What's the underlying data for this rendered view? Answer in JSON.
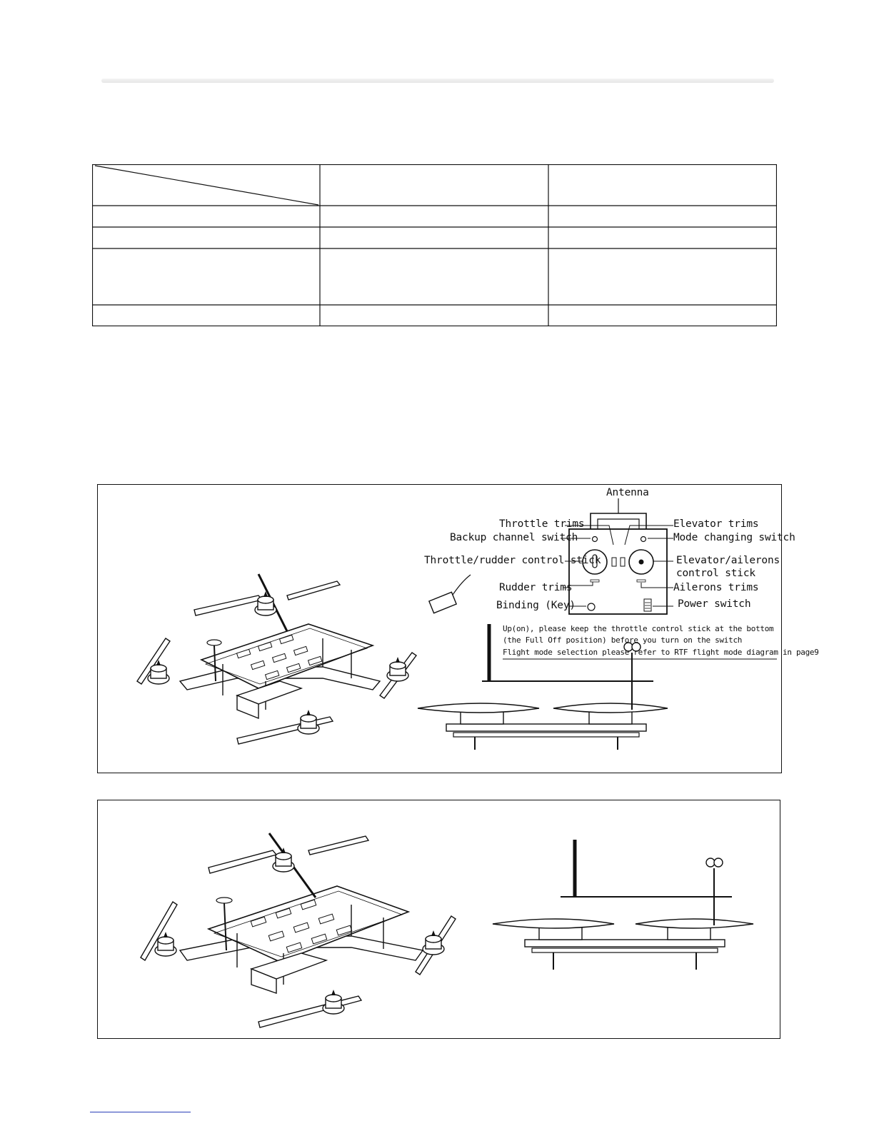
{
  "spec_table": {
    "rows": 5,
    "columns": 3,
    "cells": [
      [
        "",
        "",
        ""
      ],
      [
        "",
        "",
        ""
      ],
      [
        "",
        "",
        ""
      ],
      [
        "",
        "",
        ""
      ],
      [
        "",
        "",
        ""
      ]
    ]
  },
  "transmitter": {
    "labels": {
      "antenna": "Antenna",
      "throttle_trims": "Throttle trims",
      "elevator_trims": "Elevator trims",
      "backup_channel_switch": "Backup channel switch",
      "mode_changing_switch": "Mode changing switch",
      "throttle_rudder_stick": "Throttle/rudder control stick",
      "elevator_ailerons_stick_1": "Elevator/ailerons",
      "elevator_ailerons_stick_2": "control stick",
      "rudder_trims": "Rudder trims",
      "ailerons_trims": "Ailerons trims",
      "binding_key": "Binding (Key)",
      "power_switch": "Power switch"
    },
    "notes": [
      "Up(on), please keep the throttle control stick at the bottom",
      "(the Full Off position) before you turn on the switch",
      "Flight mode selection please refer to RTF flight mode diagram in page9"
    ]
  },
  "icons": [
    "quadcopter-iso-icon",
    "quadcopter-side-icon",
    "transmitter-icon",
    "receiver-icon"
  ]
}
